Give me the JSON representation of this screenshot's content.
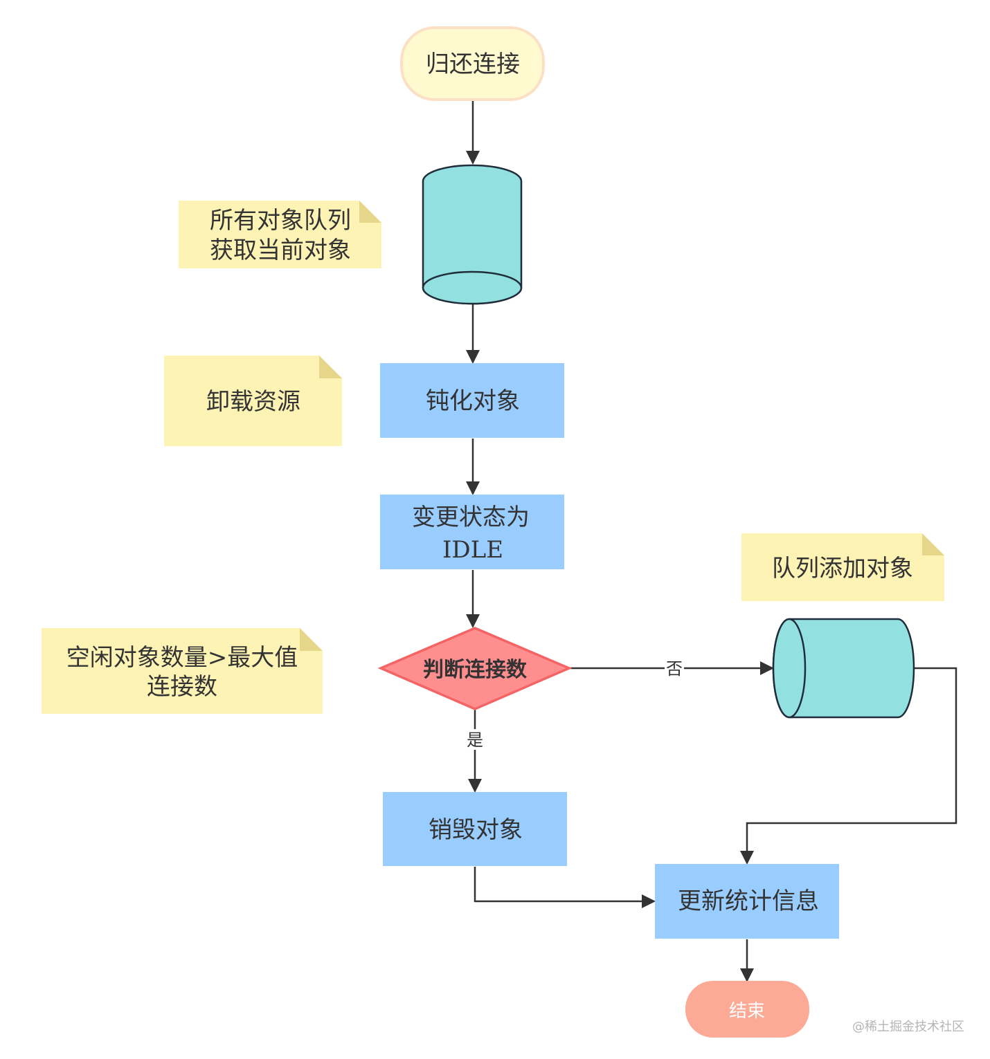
{
  "nodes": {
    "start": "归还连接",
    "passivate": "钝化对象",
    "set_state_line1": "变更状态为",
    "set_state_line2": "IDLE",
    "decision": "判断连接数",
    "destroy": "销毁对象",
    "update_stats": "更新统计信息",
    "end": "结束"
  },
  "edge_labels": {
    "no": "否",
    "yes": "是"
  },
  "notes": {
    "get_object_line1": "所有对象队列",
    "get_object_line2": "获取当前对象",
    "unload": "卸载资源",
    "idle_check_line1": "空闲对象数量>最大值",
    "idle_check_line2": "连接数",
    "enqueue": "队列添加对象"
  },
  "watermark": "@稀土掘金技术社区",
  "colors": {
    "process": "#99ccff",
    "cylinder": "#93e0e0",
    "decision": "#ff8f8f",
    "decision_border": "#f46464",
    "note": "#fdf3b4",
    "note_fold": "#e6d68a",
    "start": "#fff9cf",
    "start_border": "#fbe0c6",
    "end": "#fca996",
    "line": "#333333"
  }
}
